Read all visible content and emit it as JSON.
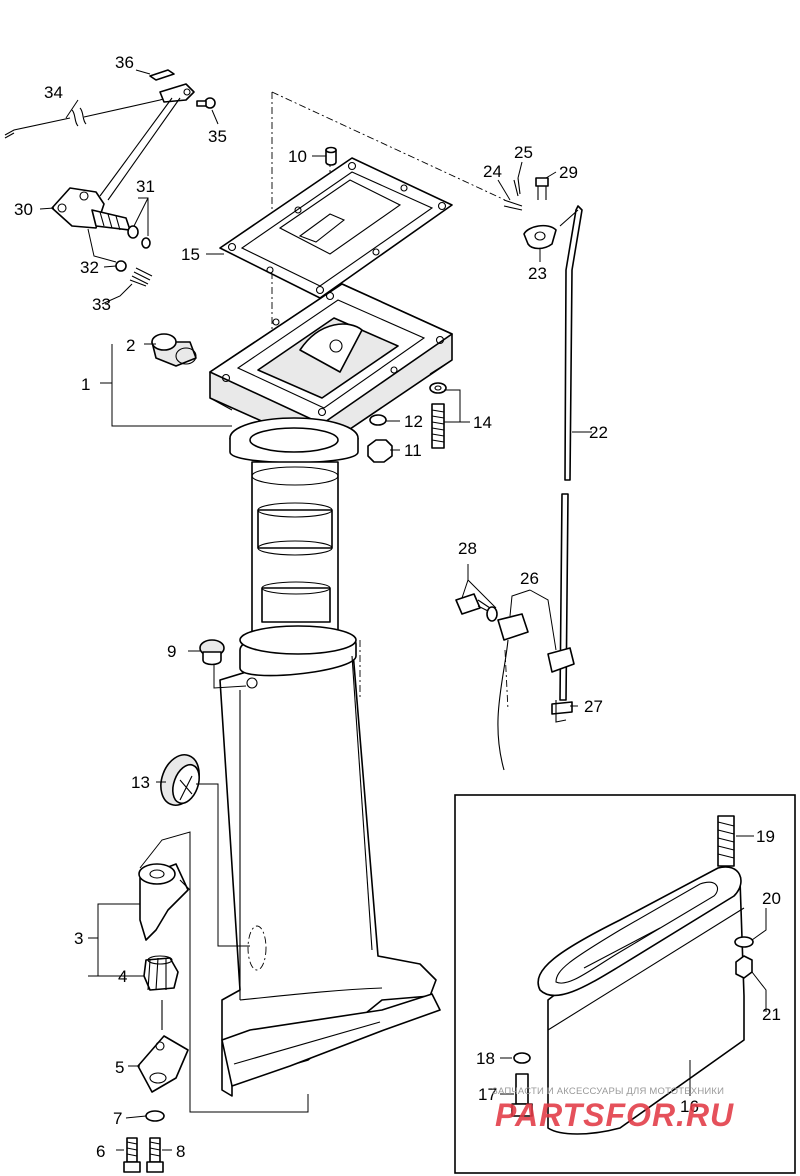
{
  "diagram": {
    "callouts": [
      "1",
      "2",
      "3",
      "4",
      "5",
      "6",
      "7",
      "8",
      "9",
      "10",
      "11",
      "12",
      "13",
      "14",
      "15",
      "16",
      "17",
      "18",
      "19",
      "20",
      "21",
      "22",
      "23",
      "24",
      "25",
      "26",
      "27",
      "28",
      "29",
      "30",
      "31",
      "32",
      "33",
      "34",
      "35",
      "36"
    ]
  },
  "watermark": {
    "caption": "ЗАПЧАСТИ И АКСЕССУАРЫ ДЛЯ МОТОТЕХНИКИ",
    "brand": "PARTSFOR.RU"
  }
}
